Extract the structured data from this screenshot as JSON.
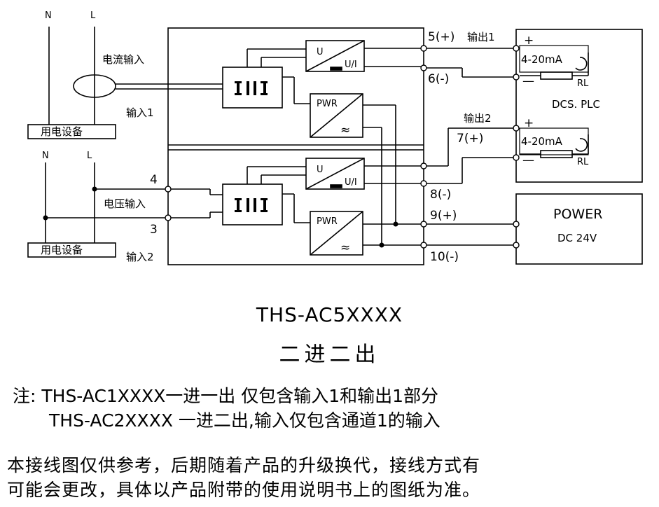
{
  "diagram": {
    "n_label": "N",
    "l_label": "L",
    "current_input": "电流输入",
    "voltage_input": "电压输入",
    "input1": "输入1",
    "input2": "输入2",
    "device": "用电设备",
    "t4": "4",
    "t3": "3",
    "u": "U",
    "ui": "U/I",
    "pwr": "PWR",
    "wave": "≈",
    "t5": "5(+)",
    "t6": "6(-)",
    "t7": "7(+)",
    "t8": "8(-)",
    "t9": "9(+)",
    "t10": "10(-)",
    "out1": "输出1",
    "out2": "输出2",
    "plus": "+",
    "minus": "—",
    "ma": "4-20mA",
    "rl": "RL",
    "dcs": "DCS. PLC",
    "power": "POWER",
    "dc24": "DC 24V"
  },
  "model": "THS-AC5XXXX",
  "mode": "二进二出",
  "notes": [
    "注: THS-AC1XXXX一进一出 仅包含输入1和输出1部分",
    "THS-AC2XXXX 一进二出,输入仅包含通道1的输入"
  ],
  "disclaimer": [
    "本接线图仅供参考，后期随着产品的升级换代，接线方式有",
    "可能会更改，具体以产品附带的使用说明书上的图纸为准。"
  ]
}
